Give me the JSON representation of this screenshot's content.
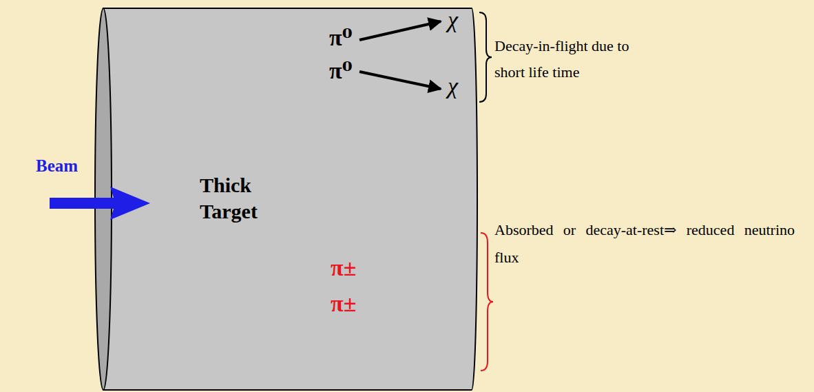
{
  "diagram": {
    "nodes": [
      {
        "text": [
          "Thick Target"
        ]
      }
    ],
    "labels": [
      "Beam",
      "π⁰",
      "χ",
      "π⁰",
      "χ",
      "π±",
      "π±",
      "Decay-in-flight due to short life time",
      "Absorbed or decay-at-rest⇒ reduced neutrino flux"
    ]
  }
}
